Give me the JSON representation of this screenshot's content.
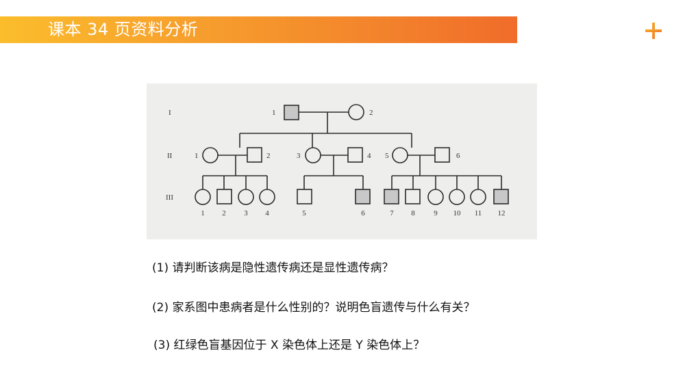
{
  "header": {
    "title": "课本 34 页资料分析",
    "banner_gradient": [
      "#fbbd2c",
      "#f06c2a"
    ],
    "add_icon": "plus-icon",
    "add_icon_color": "#f39a2c"
  },
  "pedigree": {
    "generation_labels": [
      "I",
      "II",
      "III"
    ],
    "affected_fill": "#c8c8c8",
    "generation_I": [
      {
        "id": "1",
        "sex": "male",
        "affected": true
      },
      {
        "id": "2",
        "sex": "female",
        "affected": false
      }
    ],
    "generation_II": [
      {
        "id": "1",
        "sex": "female",
        "affected": false
      },
      {
        "id": "2",
        "sex": "male",
        "affected": false
      },
      {
        "id": "3",
        "sex": "female",
        "affected": false
      },
      {
        "id": "4",
        "sex": "male",
        "affected": false
      },
      {
        "id": "5",
        "sex": "female",
        "affected": false
      },
      {
        "id": "6",
        "sex": "male",
        "affected": false
      }
    ],
    "generation_III": [
      {
        "id": "1",
        "sex": "female",
        "affected": false
      },
      {
        "id": "2",
        "sex": "male",
        "affected": false
      },
      {
        "id": "3",
        "sex": "female",
        "affected": false
      },
      {
        "id": "4",
        "sex": "female",
        "affected": false
      },
      {
        "id": "5",
        "sex": "male",
        "affected": false
      },
      {
        "id": "6",
        "sex": "male",
        "affected": true
      },
      {
        "id": "7",
        "sex": "male",
        "affected": true
      },
      {
        "id": "8",
        "sex": "male",
        "affected": false
      },
      {
        "id": "9",
        "sex": "female",
        "affected": false
      },
      {
        "id": "10",
        "sex": "female",
        "affected": false
      },
      {
        "id": "11",
        "sex": "female",
        "affected": false
      },
      {
        "id": "12",
        "sex": "male",
        "affected": true
      }
    ]
  },
  "questions": [
    "(1) 请判断该病是隐性遗传病还是显性遗传病？",
    "(2) 家系图中患病者是什么性别的？说明色盲遗传与什么有关？",
    "(3) 红绿色盲基因位于 X 染色体上还是 Y 染色体上？"
  ]
}
